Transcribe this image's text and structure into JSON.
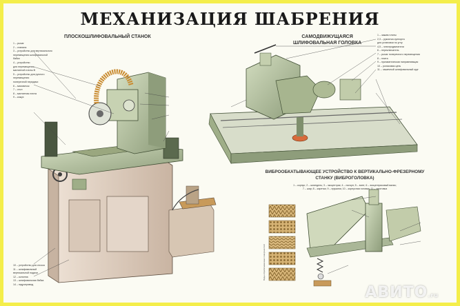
{
  "title": "МЕХАНИЗАЦИЯ ШАБРЕНИЯ",
  "sections": {
    "grinder": {
      "title": "ПЛОСКОШЛИФОВАЛЬНЫЙ СТАНОК",
      "legend_top": [
        "1 – рычаг",
        "2 – станина",
        "3 – устройство для вертикального",
        "перемещения шлифовальной",
        "бабки",
        "4 – устройство",
        "для перемещения",
        "магнитной плиты В",
        "5 – устройство для ручного",
        "перемещения",
        "поперечной передачи",
        "6 – маховичок",
        "7 – стол",
        "8 – магнитная плита",
        "9 – кожух"
      ],
      "legend_bottom": [
        "10 – устройство для отсоса",
        "11 – шлифовальный",
        "вертикальной подачи",
        "12 – колонна",
        "13 – шлифовальная бабка",
        "14 – гидропривод"
      ]
    },
    "head": {
      "title": "САМОДВИЖУЩАЯСЯ\nШЛИФОВАЛЬНАЯ ГОЛОВКА",
      "legend": [
        "1 – зажим плиты",
        "2,3 – рукоятка суппорта",
        "для установки по углу",
        "4,5 – электродвигатели",
        "6 – переключатель",
        "7 – рычаг поперечного перемещения",
        "8 – плита",
        "9 – призматическая направляющая",
        "10 – роликовая цепь",
        "11 – чашечный шлифовальный круг"
      ]
    },
    "vibro": {
      "title": "ВИБРООБКАТЫВАЮЩЕЕ УСТРОЙСТВО К ВЕРТИКАЛЬНО-ФРЕЗЕРНОМУ\nСТАНКУ (ВИБРОГОЛОВКА)",
      "caption": "1 – корпус; 2 – шпиндель; 3 – эксцентрик; 4 – ползун; 5 – винт; 6 – эксцентриковый валик;\n7 – шар; 8 – каретка; 9 – пружина; 10 – корпусная головка; 11 – заготовка",
      "side_label": "Виды обрабатываемых поверхностей"
    }
  },
  "watermark": {
    "brand": "АВИТО",
    "suffix": ".ru"
  },
  "colors": {
    "frame": "#f4ee4a",
    "machine": "#b9c7a3",
    "machine_dark": "#7f8f6d",
    "base": "#e2d3c6",
    "wood": "#c89a5a",
    "hose": "#d8a04a",
    "disc": "#d86a3a"
  }
}
